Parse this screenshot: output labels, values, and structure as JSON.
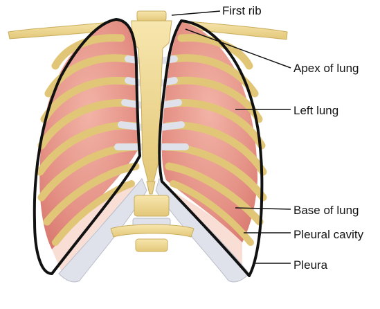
{
  "figure": {
    "labels": {
      "first_rib": "First rib",
      "apex_of_lung": "Apex of lung",
      "left_lung": "Left lung",
      "base_of_lung": "Base of lung",
      "pleural_cavity": "Pleural cavity",
      "pleura": "Pleura"
    }
  },
  "colors": {
    "bone": "#f3dc9a",
    "bone_shadow": "#d9bd6a",
    "cartilage": "#dfe2ea",
    "lung": "#e89a90",
    "lung_light": "#f4c4b8",
    "pleura_outline": "#111111"
  }
}
